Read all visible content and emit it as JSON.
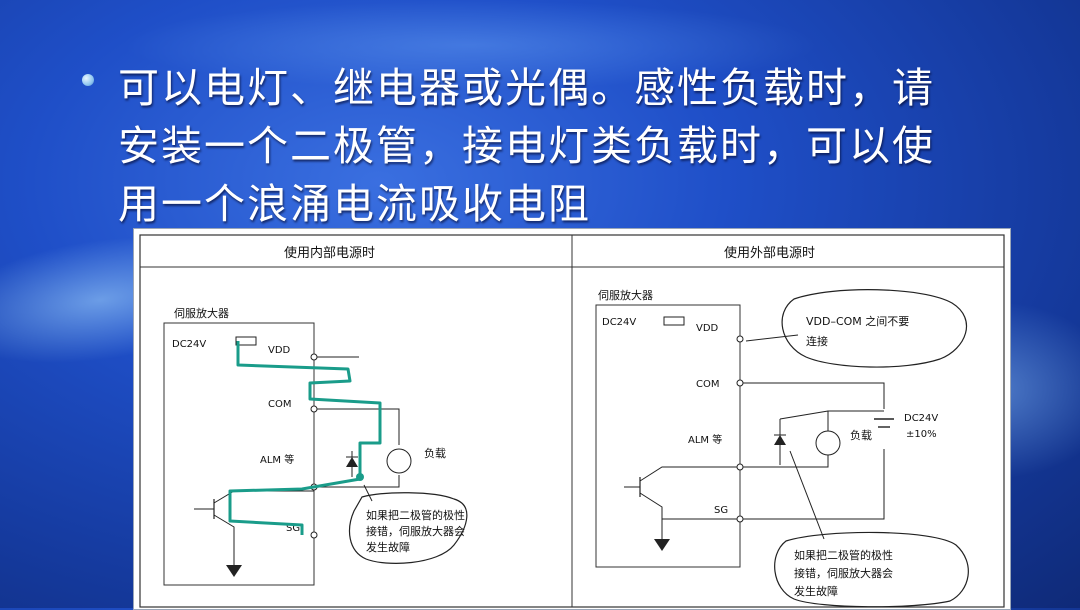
{
  "slide": {
    "bullet_lines": [
      "可以电灯、继电器或光偶。感性负载时，请",
      "安装一个二极管，接电灯类负载时，可以使",
      "用一个浪涌电流吸收电阻"
    ]
  },
  "figure": {
    "left_panel": {
      "title": "使用内部电源时",
      "amp_label": "伺服放大器",
      "supply_label": "DC24V",
      "pin_vdd": "VDD",
      "pin_com": "COM",
      "pin_alm": "ALM 等",
      "pin_sg": "SG",
      "load_label": "负载",
      "callout_lines": [
        "如果把二极管的极性",
        "接错，伺服放大器会",
        "发生故障"
      ]
    },
    "right_panel": {
      "title": "使用外部电源时",
      "amp_label": "伺服放大器",
      "supply_label": "DC24V",
      "pin_vdd": "VDD",
      "pin_com": "COM",
      "pin_alm": "ALM 等",
      "pin_sg": "SG",
      "load_label": "负载",
      "ext_supply_line1": "DC24V",
      "ext_supply_line2": "±10%",
      "callout_top_lines": [
        "VDD–COM 之间不要",
        "连接"
      ],
      "callout_bottom_lines": [
        "如果把二极管的极性",
        "接错，伺服放大器会",
        "发生故障"
      ]
    },
    "colors": {
      "current_path": "#1a9c8a",
      "wire": "#222222",
      "bg": "#ffffff"
    }
  }
}
